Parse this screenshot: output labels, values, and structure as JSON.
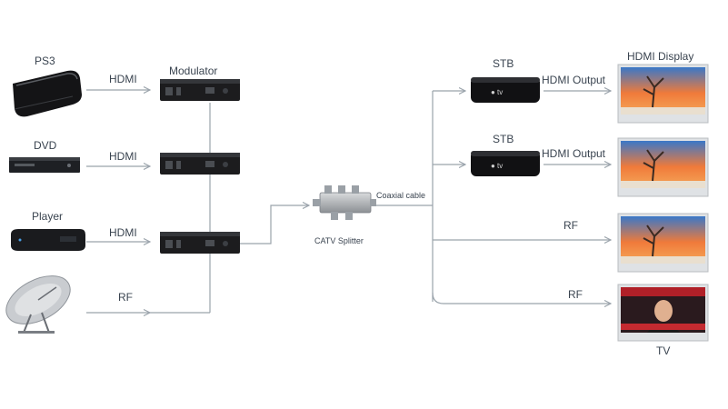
{
  "sources": {
    "ps3": "PS3",
    "dvd": "DVD",
    "player": "Player"
  },
  "connections": {
    "hdmi_1": "HDMI",
    "hdmi_2": "HDMI",
    "hdmi_3": "HDMI",
    "rf_in": "RF",
    "coaxial": "Coaxial cable",
    "hdmi_out_1": "HDMI Output",
    "hdmi_out_2": "HDMI Output",
    "rf_out_1": "RF",
    "rf_out_2": "RF"
  },
  "devices": {
    "modulator": "Modulator",
    "splitter": "CATV Splitter",
    "stb_1": "STB",
    "stb_2": "STB",
    "display": "HDMI Display",
    "tv": "TV"
  },
  "colors": {
    "wire": "#9aa3ab",
    "label": "#3a4450",
    "device_dark": "#1c1c1e"
  }
}
